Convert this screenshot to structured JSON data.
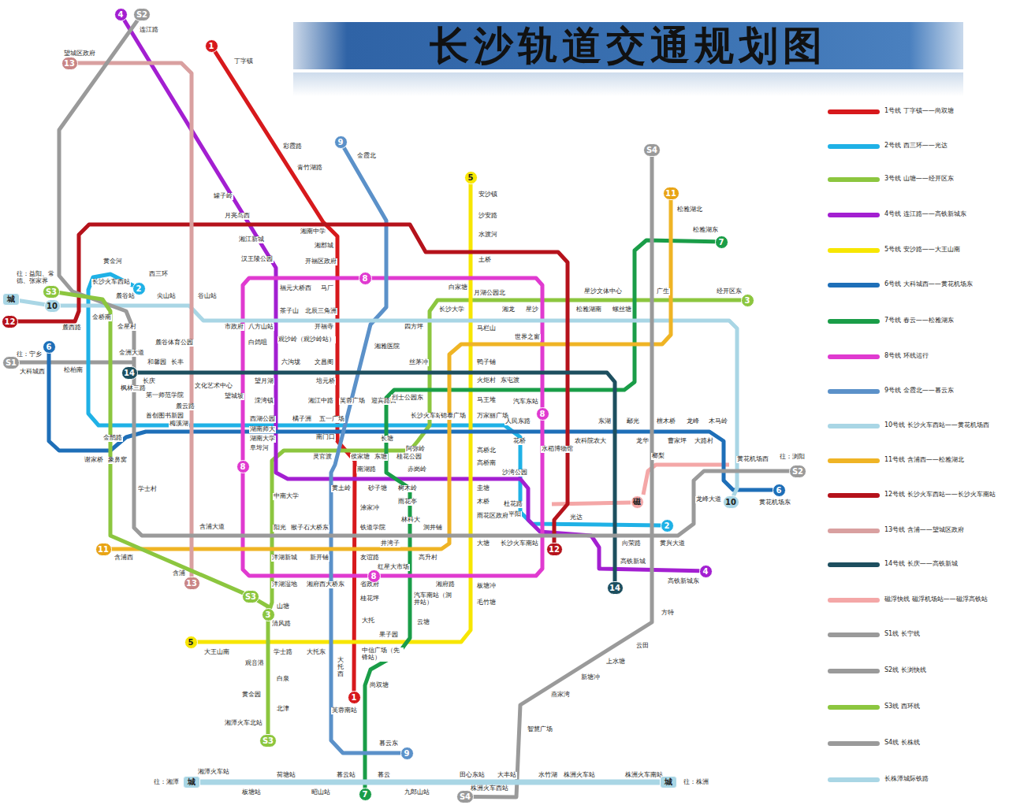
{
  "diagram": {
    "title": "长沙轨道交通规划图",
    "nodes": [
      {
        "text": [
          "4"
        ]
      },
      {
        "text": [
          "S2"
        ]
      },
      {
        "text": [
          "13"
        ]
      },
      {
        "text": [
          "1"
        ]
      },
      {
        "text": [
          "9"
        ]
      },
      {
        "text": [
          "S4"
        ]
      },
      {
        "text": [
          "5"
        ]
      },
      {
        "text": [
          "11"
        ]
      },
      {
        "text": [
          "7"
        ]
      },
      {
        "text": [
          "2"
        ]
      },
      {
        "text": [
          "城"
        ]
      },
      {
        "text": [
          "S3"
        ]
      },
      {
        "text": [
          "10"
        ]
      },
      {
        "text": [
          "3"
        ]
      },
      {
        "text": [
          "12"
        ]
      },
      {
        "text": [
          "6"
        ]
      },
      {
        "text": [
          "S1"
        ]
      },
      {
        "text": [
          "14"
        ]
      },
      {
        "text": [
          "8"
        ]
      },
      {
        "text": [
          "8"
        ]
      },
      {
        "text": [
          "8"
        ]
      },
      {
        "text": [
          "8"
        ]
      },
      {
        "text": [
          "S2"
        ]
      },
      {
        "text": [
          "6"
        ]
      },
      {
        "text": [
          "10"
        ]
      },
      {
        "text": [
          "磁"
        ]
      },
      {
        "text": [
          "2"
        ]
      },
      {
        "text": [
          "12"
        ]
      },
      {
        "text": [
          "11"
        ]
      },
      {
        "text": [
          "4"
        ]
      },
      {
        "text": [
          "13"
        ]
      },
      {
        "text": [
          "14"
        ]
      },
      {
        "text": [
          "S3"
        ]
      },
      {
        "text": [
          "3"
        ]
      },
      {
        "text": [
          "5"
        ]
      },
      {
        "text": [
          "1"
        ]
      },
      {
        "text": [
          "S3"
        ]
      },
      {
        "text": [
          "9"
        ]
      },
      {
        "text": [
          "城"
        ]
      },
      {
        "text": [
          "城"
        ]
      },
      {
        "text": [
          "7"
        ]
      },
      {
        "text": [
          "S4"
        ]
      }
    ],
    "edges": [
      {
        "from": 3,
        "to": 35,
        "arrow": "none"
      },
      {
        "from": 9,
        "to": 26,
        "arrow": "none"
      },
      {
        "from": 13,
        "to": 33,
        "arrow": "none"
      },
      {
        "from": 0,
        "to": 29,
        "arrow": "none"
      },
      {
        "from": 6,
        "to": 34,
        "arrow": "none"
      },
      {
        "from": 15,
        "to": 23,
        "arrow": "none"
      },
      {
        "from": 8,
        "to": 40,
        "arrow": "none"
      },
      {
        "from": 18,
        "to": 19,
        "arrow": "none"
      },
      {
        "from": 19,
        "to": 21,
        "arrow": "none"
      },
      {
        "from": 21,
        "to": 20,
        "arrow": "none"
      },
      {
        "from": 20,
        "to": 18,
        "arrow": "none"
      },
      {
        "from": 4,
        "to": 37,
        "arrow": "none"
      },
      {
        "from": 12,
        "to": 24,
        "arrow": "none"
      },
      {
        "from": 7,
        "to": 28,
        "arrow": "none"
      },
      {
        "from": 14,
        "to": 27,
        "arrow": "none"
      },
      {
        "from": 2,
        "to": 30,
        "arrow": "none"
      },
      {
        "from": 17,
        "to": 31,
        "arrow": "none"
      },
      {
        "from": 1,
        "to": 22,
        "arrow": "none"
      },
      {
        "from": 11,
        "to": 32,
        "arrow": "none"
      },
      {
        "from": 32,
        "to": 36,
        "arrow": "none"
      },
      {
        "from": 5,
        "to": 41,
        "arrow": "none"
      },
      {
        "from": 38,
        "to": 39,
        "arrow": "none"
      },
      {
        "from": 10,
        "to": 12,
        "arrow": "none"
      }
    ],
    "labels": [
      "往：益阳、常德、张家界",
      "往：宁乡",
      "大科城西",
      "望城区政府",
      "连江路",
      "丁字镇",
      "彩霞路",
      "青竹湖路",
      "金霞北",
      "罐子岭",
      "月亮岛西",
      "湘南中学",
      "湘江新城",
      "湘郡城",
      "汉王陵公园",
      "开福区政府",
      "安沙镇",
      "沙安路",
      "水渡河",
      "土桥",
      "松雅湖北",
      "松雅湖东",
      "黄金河",
      "长沙火车西站",
      "西三环",
      "麓谷站",
      "尖山站",
      "谷山站",
      "福元大桥西",
      "马厂",
      "白家塘",
      "月湖公园北",
      "星沙文体中心",
      "广生",
      "经开区东",
      "茶子山",
      "北辰三角洲",
      "长沙大学",
      "湘龙",
      "星沙",
      "松雅湖南",
      "螺丝塘",
      "金桥南",
      "麓西路",
      "金星村",
      "市政府",
      "八方山站",
      "开福寺",
      "四方坪",
      "马栏山",
      "湘雅医院",
      "世界之窗",
      "金洲大道",
      "麓谷体育公园",
      "观沙岭（观沙岭站）",
      "白鸽咀",
      "和馨园",
      "长丰",
      "六沟垅",
      "文昌阁",
      "丝茅冲",
      "鸭子铺",
      "松柏南",
      "长庆",
      "枫林三路",
      "望月湖",
      "培元桥",
      "火炬村",
      "东屯渡",
      "第一师范学院",
      "文化艺术中心",
      "望城坡",
      "溁湾镇",
      "湘江中路",
      "芙蓉广场",
      "迎宾路口",
      "烈士公园东",
      "马王堆",
      "汽车东站",
      "麓云路",
      "首创图书新园",
      "西湖公园",
      "橘子洲",
      "五一广场",
      "长沙火车站",
      "锦泰广场",
      "万家丽广场",
      "人民东路",
      "东湖",
      "鄢光",
      "檀木桥",
      "龙峰",
      "木马岭",
      "梅溪湖",
      "湖南师大",
      "湖南大学",
      "金鹊路",
      "南门口",
      "长塘",
      "花桥",
      "农科院农大",
      "龙华",
      "曹家坪",
      "大路村",
      "阜埠河",
      "水稻博物馆",
      "阿弥岭",
      "高桥北",
      "谢家桥",
      "象鼻窝",
      "灵官渡",
      "侯家塘",
      "东塘",
      "桂花公园",
      "榔梨",
      "黄花机场西",
      "往：浏阳",
      "高桥南",
      "南湖路",
      "赤岗岭",
      "沙湾公园",
      "学士村",
      "黄土岭",
      "砂子塘",
      "树木岭",
      "圭塘",
      "中南大学",
      "雨花亭",
      "木桥",
      "黄花机场东",
      "龙峰大道",
      "杜花路",
      "涂家冲",
      "平阳",
      "雨花区政府",
      "光达",
      "林科大",
      "阳光",
      "猴子石大桥东",
      "铁道学院",
      "洞井铺",
      "含浦大道",
      "大塘",
      "长沙火车南站",
      "向荣路",
      "黄兴大道",
      "井湾子",
      "含浦西",
      "洋湖新城",
      "新开铺",
      "友谊路",
      "高升村",
      "高铁新城",
      "红星大市场",
      "含浦",
      "高铁新城东",
      "洋湖湿地",
      "湘府西大桥东",
      "省政府",
      "湘府路",
      "板塘冲",
      "桂花坪",
      "汽车南站（洞井站）",
      "毛竹塘",
      "山塘",
      "方特",
      "大托",
      "云塘",
      "清风路",
      "果子园",
      "云田",
      "大王山南",
      "学士路",
      "大托东",
      "中信广场（先锋站）",
      "大托西",
      "观音港",
      "上水塘",
      "白泉",
      "新塘冲",
      "尚双塘",
      "黄金园",
      "燕家湾",
      "北津",
      "芙蓉南站",
      "湘潭火车北站",
      "智慧广场",
      "暮云东",
      "湘潭火车站",
      "荷塘站",
      "暮云站",
      "暮云",
      "田心东站",
      "大丰站",
      "水竹湖",
      "株洲火车站",
      "株洲火车南站",
      "往：湘潭",
      "往：株洲",
      "板塘站",
      "昭山站",
      "株洲火车西站",
      "九郎山站"
    ],
    "legend": [
      {
        "text": "1号线 丁字镇——尚双塘",
        "color": "#d7191c"
      },
      {
        "text": "2号线 西三环——光达",
        "color": "#1fb1e6"
      },
      {
        "text": "3号线 山塘——经开区东",
        "color": "#8cc63f"
      },
      {
        "text": "4号线 连江路——高铁新城东",
        "color": "#a31fd1"
      },
      {
        "text": "5号线 安沙路——大王山南",
        "color": "#f7e600"
      },
      {
        "text": "6号线 大科城西——黄花机场东",
        "color": "#1e6fb8"
      },
      {
        "text": "7号线 春云——松雅湖东",
        "color": "#1a9d48"
      },
      {
        "text": "8号线 环线运行",
        "color": "#e03ad0"
      },
      {
        "text": "9号线 金霞北——暮云东",
        "color": "#5b91c9"
      },
      {
        "text": "10号线 长沙火车西站——黄花机场西",
        "color": "#a9d6e5"
      },
      {
        "text": "11号线 含浦西——松雅湖北",
        "color": "#efb425"
      },
      {
        "text": "12号线 长沙火车西站——长沙火车南站",
        "color": "#b5121b"
      },
      {
        "text": "13号线 含浦——望城区政府",
        "color": "#d9a0a0"
      },
      {
        "text": "14号线 长庆——高铁新城",
        "color": "#1d4f5f"
      },
      {
        "text": "磁浮快线 磁浮机场站——磁浮高铁站",
        "color": "#f4a7a7"
      },
      {
        "text": "S1线 长宁线",
        "color": "#9a9a9a"
      },
      {
        "text": "S2线 长浏快线",
        "color": "#9a9a9a"
      },
      {
        "text": "S3线 西环线",
        "color": "#8cc63f"
      },
      {
        "text": "S4线 长株线",
        "color": "#9a9a9a"
      },
      {
        "text": "长株潭城际铁路",
        "color": "#a9d6e5"
      }
    ]
  }
}
